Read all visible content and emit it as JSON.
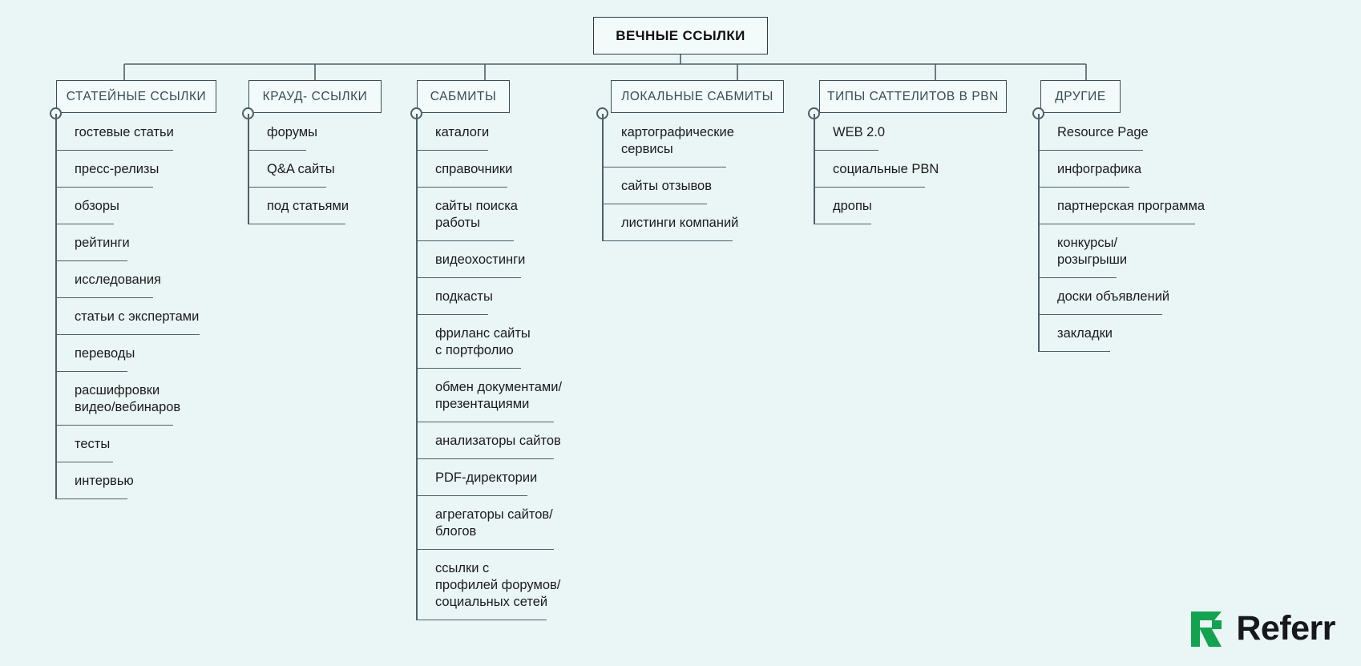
{
  "root": {
    "title": "ВЕЧНЫЕ ССЫЛКИ"
  },
  "columns": [
    {
      "title": "СТАТЕЙНЫЕ ССЫЛКИ",
      "items": [
        "гостевые статьи",
        "пресс-релизы",
        "обзоры",
        "рейтинги",
        "исследования",
        "статьи с экспертами",
        "переводы",
        "расшифровки\nвидео/вебинаров",
        "тесты",
        "интервью"
      ]
    },
    {
      "title": "КРАУД- ССЫЛКИ",
      "items": [
        "форумы",
        "Q&A сайты",
        "под статьями"
      ]
    },
    {
      "title": "САБМИТЫ",
      "items": [
        "каталоги",
        "справочники",
        "сайты поиска\nработы",
        "видеохостинги",
        "подкасты",
        "фриланс сайты\nс портфолио",
        "обмен документами/\nпрезентациями",
        "анализаторы сайтов",
        "PDF-директории",
        "агрегаторы сайтов/\nблогов",
        "ссылки с\nпрофилей форумов/\nсоциальных сетей"
      ]
    },
    {
      "title": "ЛОКАЛЬНЫЕ САБМИТЫ",
      "items": [
        "картографические\nсервисы",
        "сайты отзывов",
        "листинги компаний"
      ]
    },
    {
      "title": "ТИПЫ САТТЕЛИТОВ В PBN",
      "items": [
        "WEB 2.0",
        "социальные PBN",
        "дропы"
      ]
    },
    {
      "title": "ДРУГИЕ",
      "items": [
        "Resource Page",
        "инфографика",
        "партнерская программа",
        "конкурсы/\nрозыгрыши",
        "доски объявлений",
        "закладки"
      ]
    }
  ],
  "brand": {
    "name": "Referr",
    "mark": "referr-r-logo"
  },
  "colors": {
    "background": "#eaf6f5",
    "line": "#4c6068",
    "box_border": "#3b4e56",
    "text": "#1b1b1b",
    "brand_green": "#13a350",
    "brand_dark": "#16181c"
  }
}
